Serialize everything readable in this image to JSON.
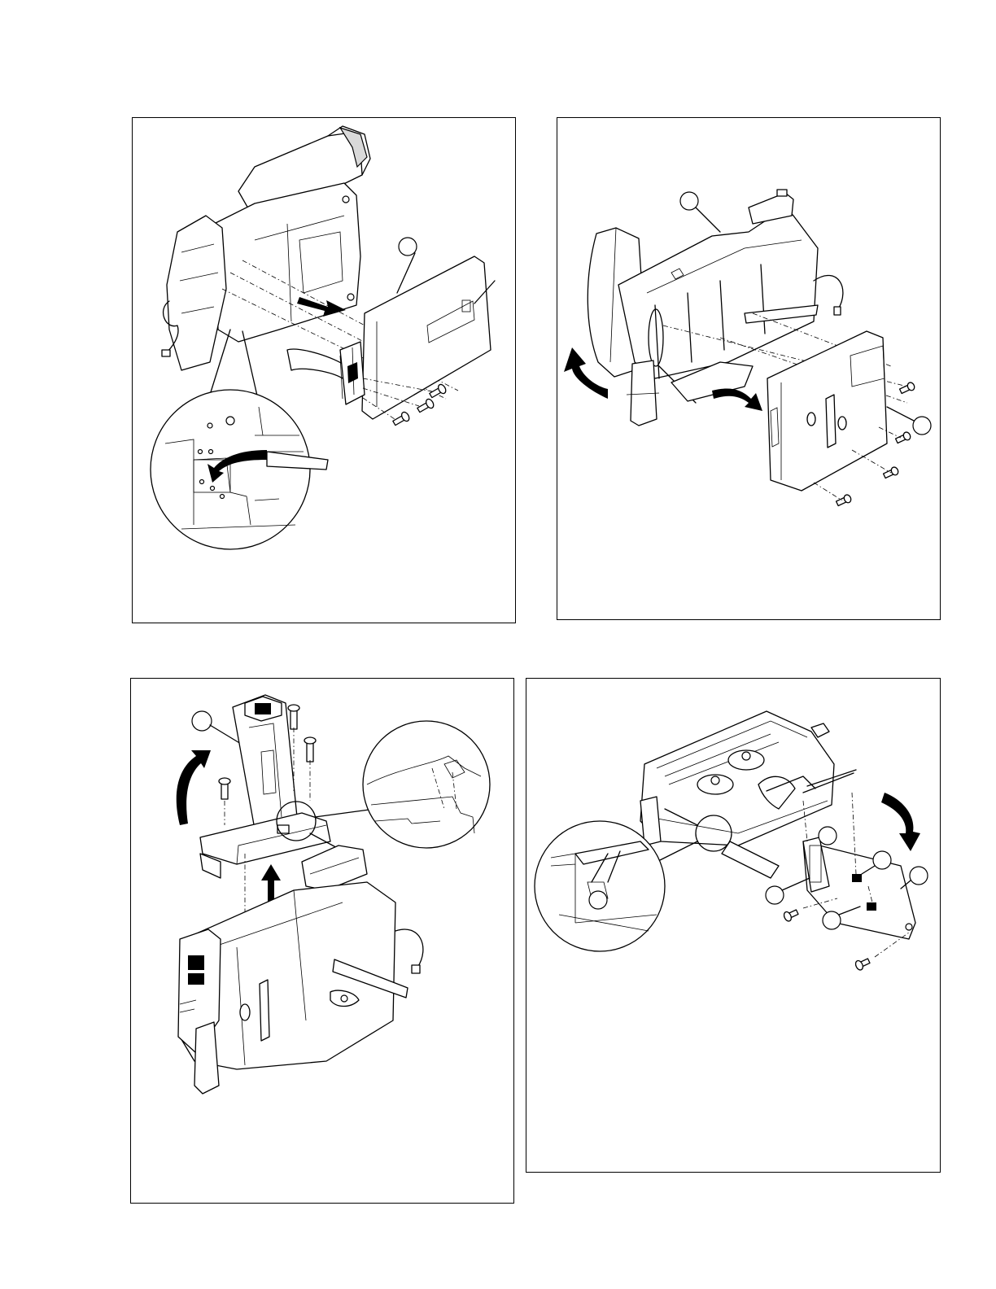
{
  "figures": [
    {
      "id": "fig-1",
      "note": ""
    },
    {
      "id": "fig-2",
      "note": ""
    },
    {
      "id": "fig-3",
      "note": ""
    },
    {
      "id": "fig-4",
      "note": ""
    }
  ]
}
